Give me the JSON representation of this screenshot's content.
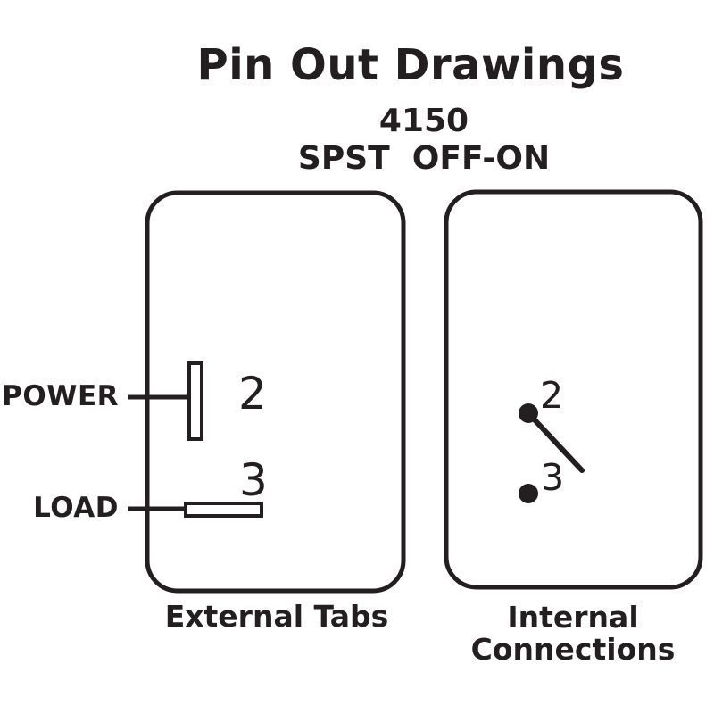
{
  "title": "Pin Out Drawings",
  "model": "4150",
  "switch_type": "SPST  OFF-ON",
  "external": {
    "caption": "External Tabs",
    "pins": [
      {
        "label": "POWER",
        "number": "2"
      },
      {
        "label": "LOAD",
        "number": "3"
      }
    ]
  },
  "internal": {
    "caption": "Internal Connections",
    "pins": [
      {
        "number": "2"
      },
      {
        "number": "3"
      }
    ],
    "switch_state": "OFF (arm open between pin 2 and pin 3)"
  },
  "colors": {
    "ink": "#231f20",
    "background": "#ffffff"
  }
}
